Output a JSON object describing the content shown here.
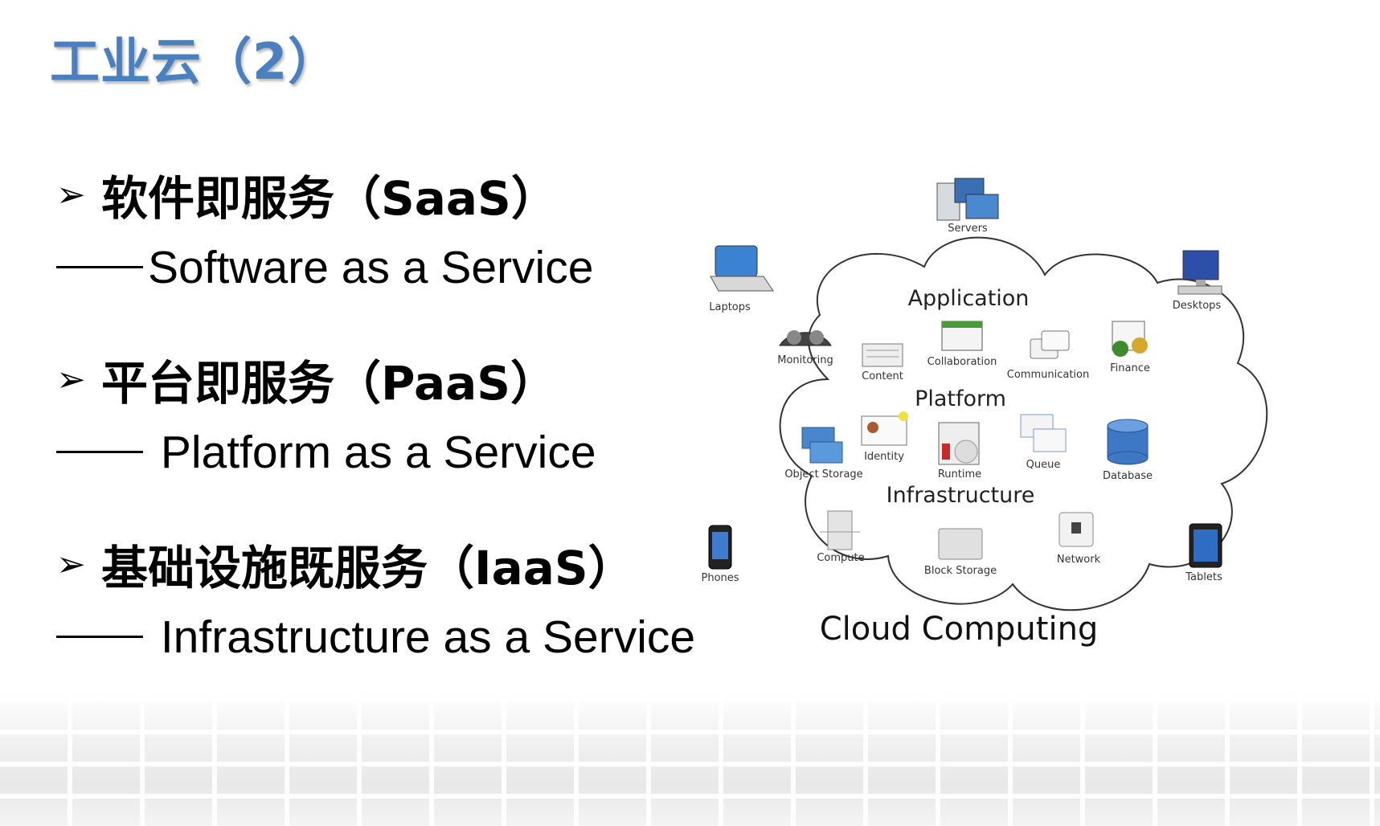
{
  "title": "工业云（2）",
  "bullets": [
    {
      "heading": "软件即服务（SaaS）",
      "dash": "——",
      "subtitle": "Software as a Service"
    },
    {
      "heading": "平台即服务（PaaS）",
      "dash": "——",
      "subtitle": " Platform as a Service"
    },
    {
      "heading": "基础设施既服务（IaaS）",
      "dash": "——",
      "subtitle": " Infrastructure as a Service"
    }
  ],
  "diagram": {
    "caption": "Cloud Computing",
    "layers": {
      "application": "Application",
      "platform": "Platform",
      "infrastructure": "Infrastructure"
    },
    "devices": {
      "servers": "Servers",
      "laptops": "Laptops",
      "desktops": "Desktops",
      "phones": "Phones",
      "tablets": "Tablets"
    },
    "components": {
      "monitoring": "Monitoring",
      "content": "Content",
      "collaboration": "Collaboration",
      "communication": "Communication",
      "finance": "Finance",
      "object_storage": "Object Storage",
      "identity": "Identity",
      "runtime": "Runtime",
      "queue": "Queue",
      "database": "Database",
      "compute": "Compute",
      "block_storage": "Block Storage",
      "network": "Network"
    }
  }
}
